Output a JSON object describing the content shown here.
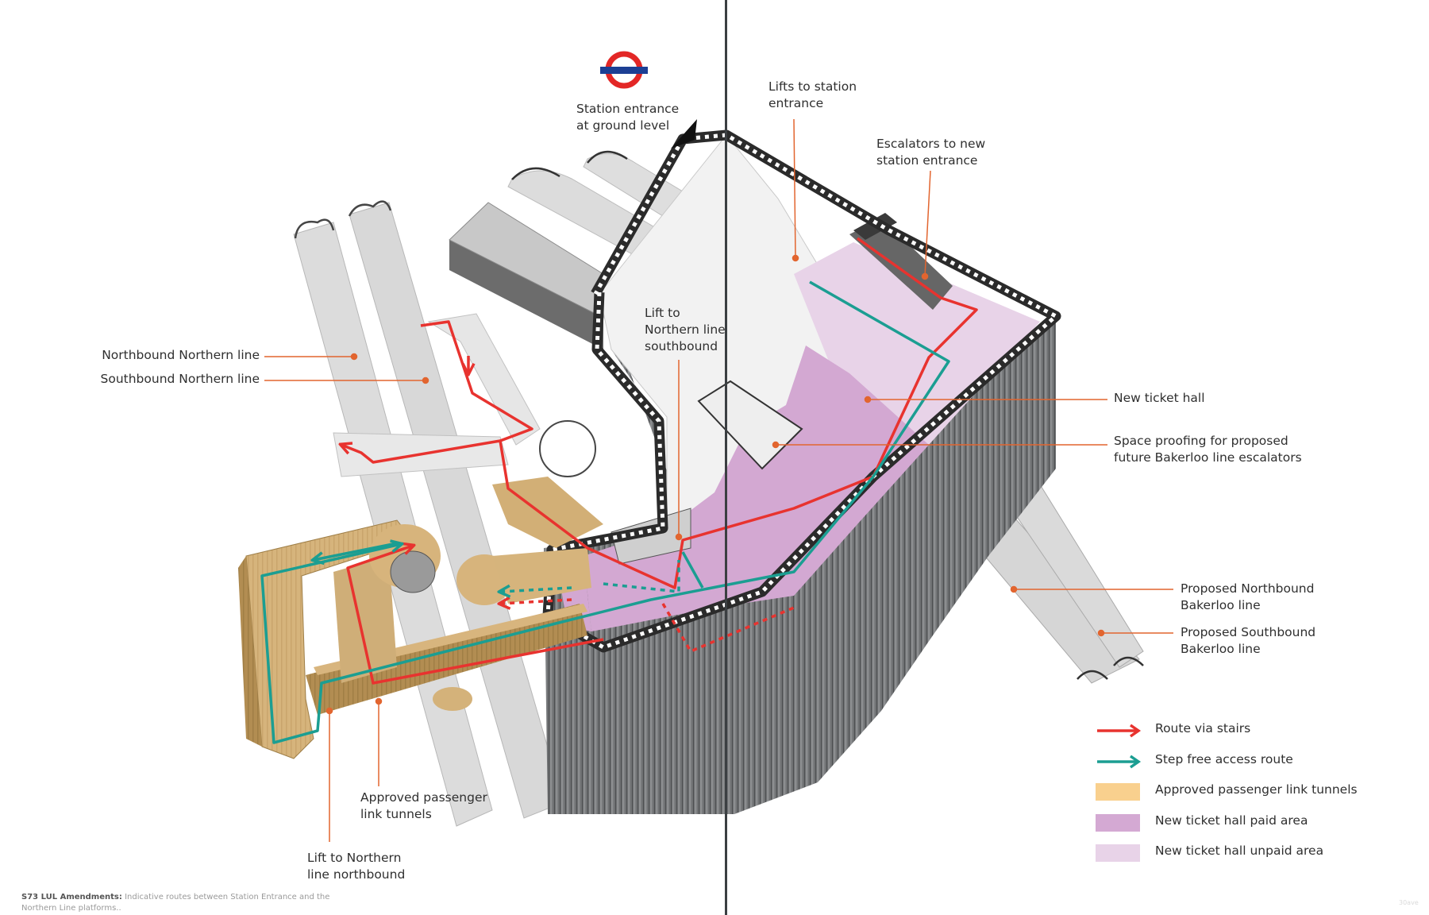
{
  "logo": {
    "name": "London Underground roundel",
    "ring_color": "#e32726",
    "bar_color": "#1c3f94"
  },
  "colors": {
    "route_stairs": "#e8332f",
    "route_step_free": "#1b9e92",
    "link_tunnels": "#d9b77c",
    "paid_area": "#d3a8d2",
    "unpaid_area": "#e8d2e8",
    "leader_line": "#e2652f",
    "divider": "#3b3f42"
  },
  "annotations": {
    "station_entrance": [
      "Station entrance",
      "at ground level"
    ],
    "lifts_to_station_entrance": [
      "Lifts to station",
      "entrance"
    ],
    "escalators_to_new_entrance": [
      "Escalators to new",
      "station entrance"
    ],
    "lift_to_northern_sb": [
      "Lift to",
      "Northern line",
      "southbound"
    ],
    "northbound_northern": "Northbound Northern line",
    "southbound_northern": "Southbound Northern line",
    "new_ticket_hall": "New ticket hall",
    "space_proofing": [
      "Space proofing for proposed",
      "future Bakerloo line escalators"
    ],
    "proposed_nb_bakerloo": [
      "Proposed Northbound",
      "Bakerloo line"
    ],
    "proposed_sb_bakerloo": [
      "Proposed Southbound",
      "Bakerloo line"
    ],
    "approved_link_tunnels": [
      "Approved passenger",
      "link tunnels"
    ],
    "lift_to_northern_nb": [
      "Lift to Northern",
      "line northbound"
    ]
  },
  "legend": {
    "items": [
      {
        "type": "arrow",
        "label": "Route via stairs",
        "color": "#e8332f"
      },
      {
        "type": "arrow",
        "label": "Step free access route",
        "color": "#1b9e92"
      },
      {
        "type": "swatch",
        "label": "Approved passenger link tunnels",
        "color": "#f9d08e"
      },
      {
        "type": "swatch",
        "label": "New ticket hall paid area",
        "color": "#d4a9d3"
      },
      {
        "type": "swatch",
        "label": "New ticket hall unpaid area",
        "color": "#e8d3e8"
      }
    ]
  },
  "footer": {
    "title": "S73 LUL Amendments:",
    "text": "Indicative routes between Station Entrance and the Northern Line platforms.."
  },
  "page_mark": "30ave"
}
